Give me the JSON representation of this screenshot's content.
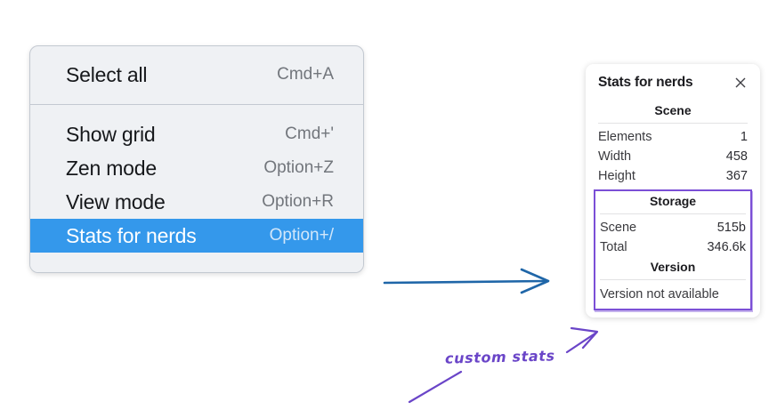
{
  "context_menu": {
    "name": "canvas-context-menu",
    "sections": [
      {
        "items": [
          {
            "label": "Select all",
            "shortcut": "Cmd+A",
            "highlighted": false
          }
        ]
      },
      {
        "items": [
          {
            "label": "Show grid",
            "shortcut": "Cmd+'",
            "highlighted": false
          },
          {
            "label": "Zen mode",
            "shortcut": "Option+Z",
            "highlighted": false
          },
          {
            "label": "View mode",
            "shortcut": "Option+R",
            "highlighted": false
          },
          {
            "label": "Stats for nerds",
            "shortcut": "Option+/",
            "highlighted": true
          }
        ]
      }
    ],
    "highlight_color": "#3498eb",
    "background_color": "#eff1f4"
  },
  "stats_panel": {
    "title": "Stats for nerds",
    "close_icon": "close-icon",
    "sections": [
      {
        "heading": "Scene",
        "rows": [
          {
            "label": "Elements",
            "value": "1"
          },
          {
            "label": "Width",
            "value": "458"
          },
          {
            "label": "Height",
            "value": "367"
          }
        ]
      },
      {
        "heading": "Storage",
        "rows": [
          {
            "label": "Scene",
            "value": "515b"
          },
          {
            "label": "Total",
            "value": "346.6k"
          }
        ]
      },
      {
        "heading": "Version",
        "rows": [],
        "text": "Version not available"
      }
    ],
    "highlight_border_color": "#7b4fd6"
  },
  "annotations": {
    "handwriting_label": "custom stats",
    "handwriting_color": "#6a45c8",
    "flow_arrow_color": "#1f66a8"
  }
}
